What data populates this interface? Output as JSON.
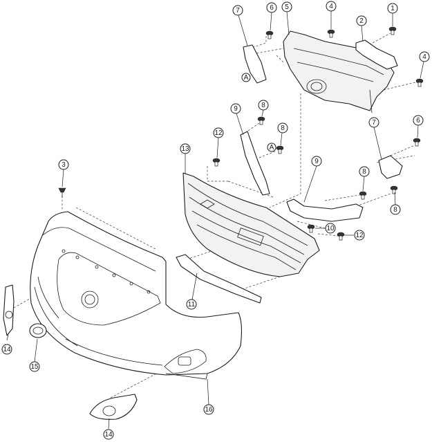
{
  "callouts": [
    {
      "id": "c1",
      "label": "1"
    },
    {
      "id": "c2",
      "label": "2"
    },
    {
      "id": "c3",
      "label": "3"
    },
    {
      "id": "c4a",
      "label": "4"
    },
    {
      "id": "c4b",
      "label": "4"
    },
    {
      "id": "c5",
      "label": "5"
    },
    {
      "id": "c6a",
      "label": "6"
    },
    {
      "id": "c6b",
      "label": "6"
    },
    {
      "id": "c7a",
      "label": "7"
    },
    {
      "id": "c7b",
      "label": "7"
    },
    {
      "id": "c8a",
      "label": "8"
    },
    {
      "id": "c8b",
      "label": "8"
    },
    {
      "id": "c8c",
      "label": "8"
    },
    {
      "id": "c8d",
      "label": "8"
    },
    {
      "id": "c9a",
      "label": "9"
    },
    {
      "id": "c9b",
      "label": "9"
    },
    {
      "id": "c10",
      "label": "10"
    },
    {
      "id": "c11",
      "label": "11"
    },
    {
      "id": "c12a",
      "label": "12"
    },
    {
      "id": "c12b",
      "label": "12"
    },
    {
      "id": "c13",
      "label": "13"
    },
    {
      "id": "c14a",
      "label": "14"
    },
    {
      "id": "c14b",
      "label": "14"
    },
    {
      "id": "c15",
      "label": "15"
    },
    {
      "id": "c16",
      "label": "16"
    }
  ],
  "reference_marks": [
    {
      "id": "ra",
      "label": "A"
    },
    {
      "id": "rb",
      "label": "A"
    }
  ],
  "colors": {
    "ink": "#1a1a1a",
    "paper": "#ffffff"
  }
}
